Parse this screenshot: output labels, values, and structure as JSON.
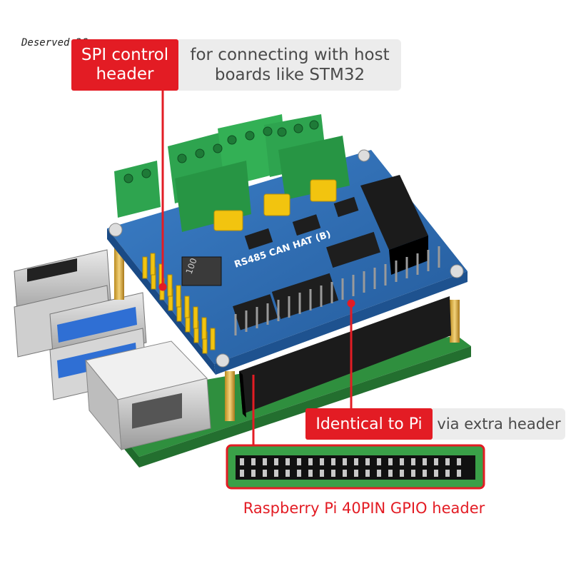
{
  "watermark": "Deserved 3C",
  "callouts": {
    "spi_header": {
      "title_line1": "SPI control",
      "title_line2": "header",
      "desc_line1": "for connecting with host",
      "desc_line2": "boards like STM32"
    },
    "identical": {
      "title": "Identical to Pi",
      "desc": "via extra header"
    },
    "gpio_label": "Raspberry Pi 40PIN GPIO header"
  },
  "board": {
    "silkscreen": "RS485 CAN HAT (B)",
    "inductor_marking": "100"
  },
  "colors": {
    "accent_red": "#e31c24",
    "pcb_blue": "#2e6db4",
    "pcb_green": "#3aa048",
    "terminal_green": "#2ea44f",
    "jumper_yellow": "#f2c40f",
    "header_black": "#1b1b1b"
  }
}
